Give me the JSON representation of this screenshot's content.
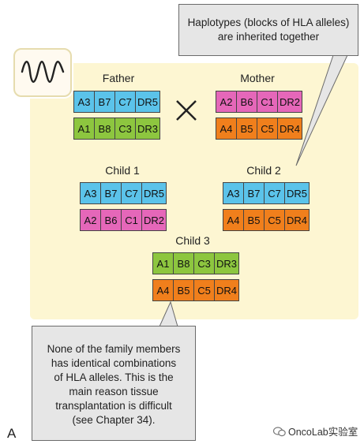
{
  "callouts": {
    "top": [
      "Haplotypes (blocks of HLA alleles)",
      "are inherited together"
    ],
    "bottom": [
      "None of the family members",
      "has identical combinations",
      "of HLA alleles. This is the",
      "main reason tissue",
      "transplantation is difficult",
      "(see Chapter 34)."
    ]
  },
  "colors": {
    "blue": "#5bc3ea",
    "pink": "#e567b9",
    "green": "#8dc63f",
    "orange": "#f07f1c",
    "panel": "#fdf6d2",
    "callout": "#e6e6e6"
  },
  "people": {
    "father": {
      "label": "Father",
      "haplotypes": [
        [
          "A3",
          "B7",
          "C7",
          "DR5"
        ],
        [
          "A1",
          "B8",
          "C3",
          "DR3"
        ]
      ]
    },
    "mother": {
      "label": "Mother",
      "haplotypes": [
        [
          "A2",
          "B6",
          "C1",
          "DR2"
        ],
        [
          "A4",
          "B5",
          "C5",
          "DR4"
        ]
      ]
    },
    "child1": {
      "label": "Child 1",
      "haplotypes": [
        [
          "A3",
          "B7",
          "C7",
          "DR5"
        ],
        [
          "A2",
          "B6",
          "C1",
          "DR2"
        ]
      ]
    },
    "child2": {
      "label": "Child 2",
      "haplotypes": [
        [
          "A3",
          "B7",
          "C7",
          "DR5"
        ],
        [
          "A4",
          "B5",
          "C5",
          "DR4"
        ]
      ]
    },
    "child3": {
      "label": "Child 3",
      "haplotypes": [
        [
          "A1",
          "B8",
          "C3",
          "DR3"
        ],
        [
          "A4",
          "B5",
          "C5",
          "DR4"
        ]
      ]
    }
  },
  "cross_symbol": "×",
  "panel_letter": "A",
  "watermark": "OncoLab实验室",
  "icons": {
    "badge": "sine-wave-icon",
    "watermark": "wechat-icon"
  }
}
